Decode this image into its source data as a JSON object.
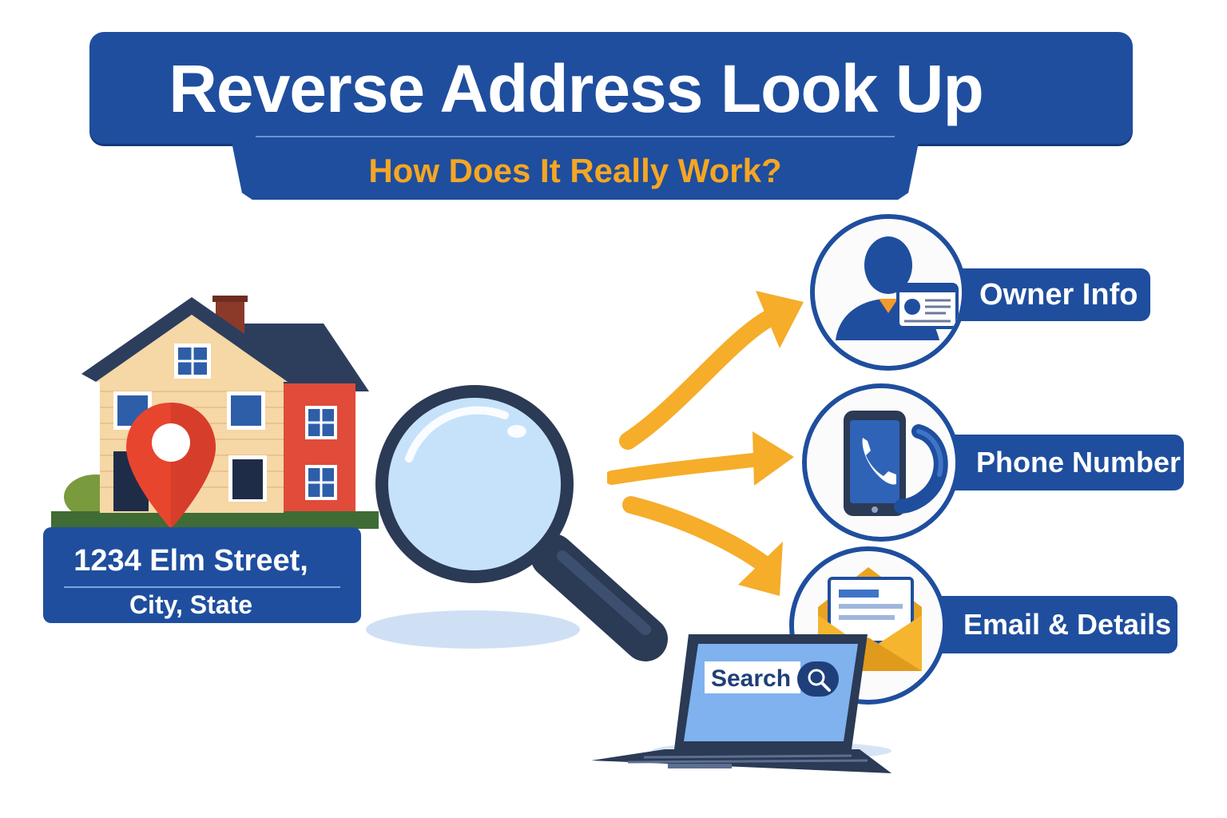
{
  "header": {
    "title": "Reverse Address Look Up",
    "subtitle": "How Does It Really Work?"
  },
  "address": {
    "line1": "1234 Elm Street,",
    "line2": "City, State"
  },
  "results": {
    "owner": "Owner Info",
    "phone": "Phone Number",
    "email": "Email & Details"
  },
  "laptop": {
    "search_label": "Search"
  },
  "icons": [
    "house-icon",
    "location-pin-icon",
    "magnifying-glass-icon",
    "arrow-icon",
    "person-id-icon",
    "phone-icon",
    "envelope-icon",
    "laptop-icon",
    "search-icon"
  ],
  "colors": {
    "brand_blue": "#1f4e9e",
    "accent_orange": "#f5a623",
    "pin_red": "#e8452e"
  }
}
